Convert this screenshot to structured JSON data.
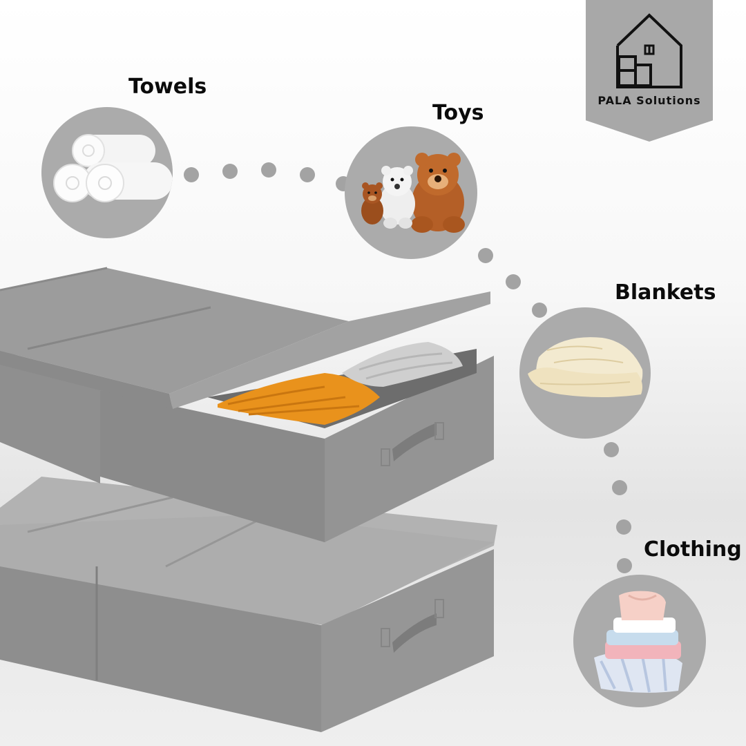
{
  "brand": {
    "name": "PALA Solutions",
    "logo_icon": "house-icon"
  },
  "labels": {
    "towels": "Towels",
    "toys": "Toys",
    "blankets": "Blankets",
    "clothing": "Clothing"
  },
  "icons": [
    "towels-image",
    "toys-image",
    "blankets-image",
    "clothing-image"
  ],
  "colors": {
    "bubble": "#ababab",
    "dots": "#a3a3a3",
    "box": "#9c9c9c",
    "sweater_orange": "#e9921c"
  }
}
